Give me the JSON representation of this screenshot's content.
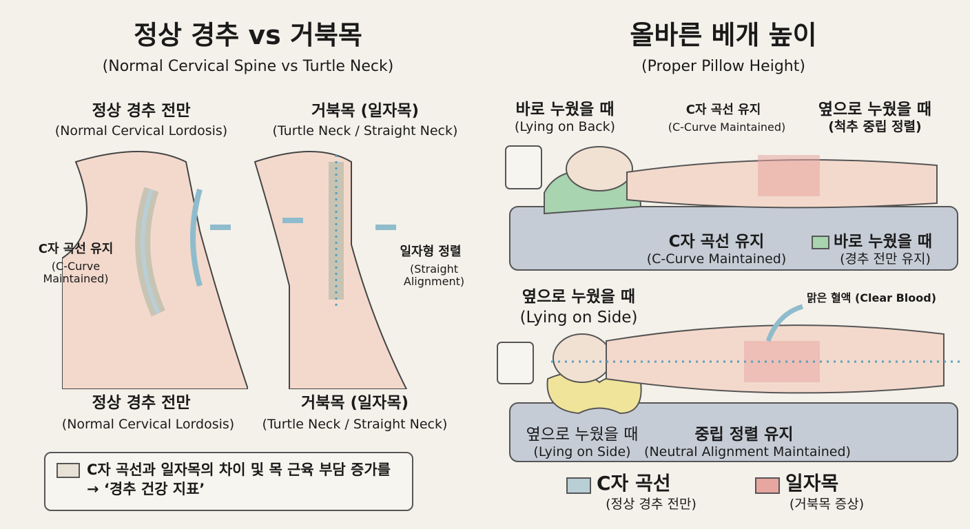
{
  "left": {
    "title": "정상 경추 vs 거북목",
    "subtitle": "(Normal Cervical Spine vs Turtle Neck)",
    "normal": {
      "title": "정상 경추 전만",
      "subtitle": "(Normal Cervical Lordosis)",
      "label": "C자 곡선 유지",
      "label_en": "(C-Curve Maintained)",
      "bottom_title": "정상 경추 전만",
      "bottom_subtitle": "(Normal Cervical Lordosis)"
    },
    "turtle": {
      "title": "거북목 (일자목)",
      "subtitle": "(Turtle Neck / Straight Neck)",
      "label": "일자형 정렬",
      "label_en": "(Straight Alignment)",
      "bottom_title": "거북목 (일자목)",
      "bottom_subtitle": "(Turtle Neck / Straight Neck)"
    },
    "note": {
      "line1": "C자 곡선과 일자목의 차이 및 목 근육 부담 증가를",
      "line2": "→ ‘경추 건강 지표’",
      "swatch_color": "#e8e2d6"
    }
  },
  "right": {
    "title": "올바른 베개 높이",
    "subtitle": "(Proper Pillow Height)",
    "back": {
      "title": "바로 누웠을 때",
      "subtitle": "(Lying on Back)",
      "curve": "C자 곡선 유지",
      "curve_en": "(C-Curve Maintained)",
      "side_hint": "옆으로 누웠을 때",
      "side_hint_sub": "(척추 중립 정렬)",
      "bottom_curve": "C자 곡선 유지",
      "bottom_curve_en": "(C-Curve Maintained)",
      "legend": "바로 누웠을 때",
      "legend_sub": "(경추 전만 유지)",
      "pillow_color": "#a8d4b0"
    },
    "side": {
      "title": "옆으로 누웠을 때",
      "subtitle": "(Lying on Side)",
      "blood": "맑은 혈액 (Clear Blood)",
      "bottom_title": "옆으로 누웠을 때",
      "bottom_subtitle": "(Lying on Side)",
      "neutral": "중립 정렬 유지",
      "neutral_en": "(Neutral Alignment Maintained)",
      "pillow_color": "#f0e49a"
    },
    "legend": [
      {
        "label": "C자 곡선",
        "sub": "(정상 경추 전만)",
        "color": "#b9cfd6"
      },
      {
        "label": "일자목",
        "sub": "(거북목 증상)",
        "color": "#e8a6a0"
      }
    ]
  }
}
